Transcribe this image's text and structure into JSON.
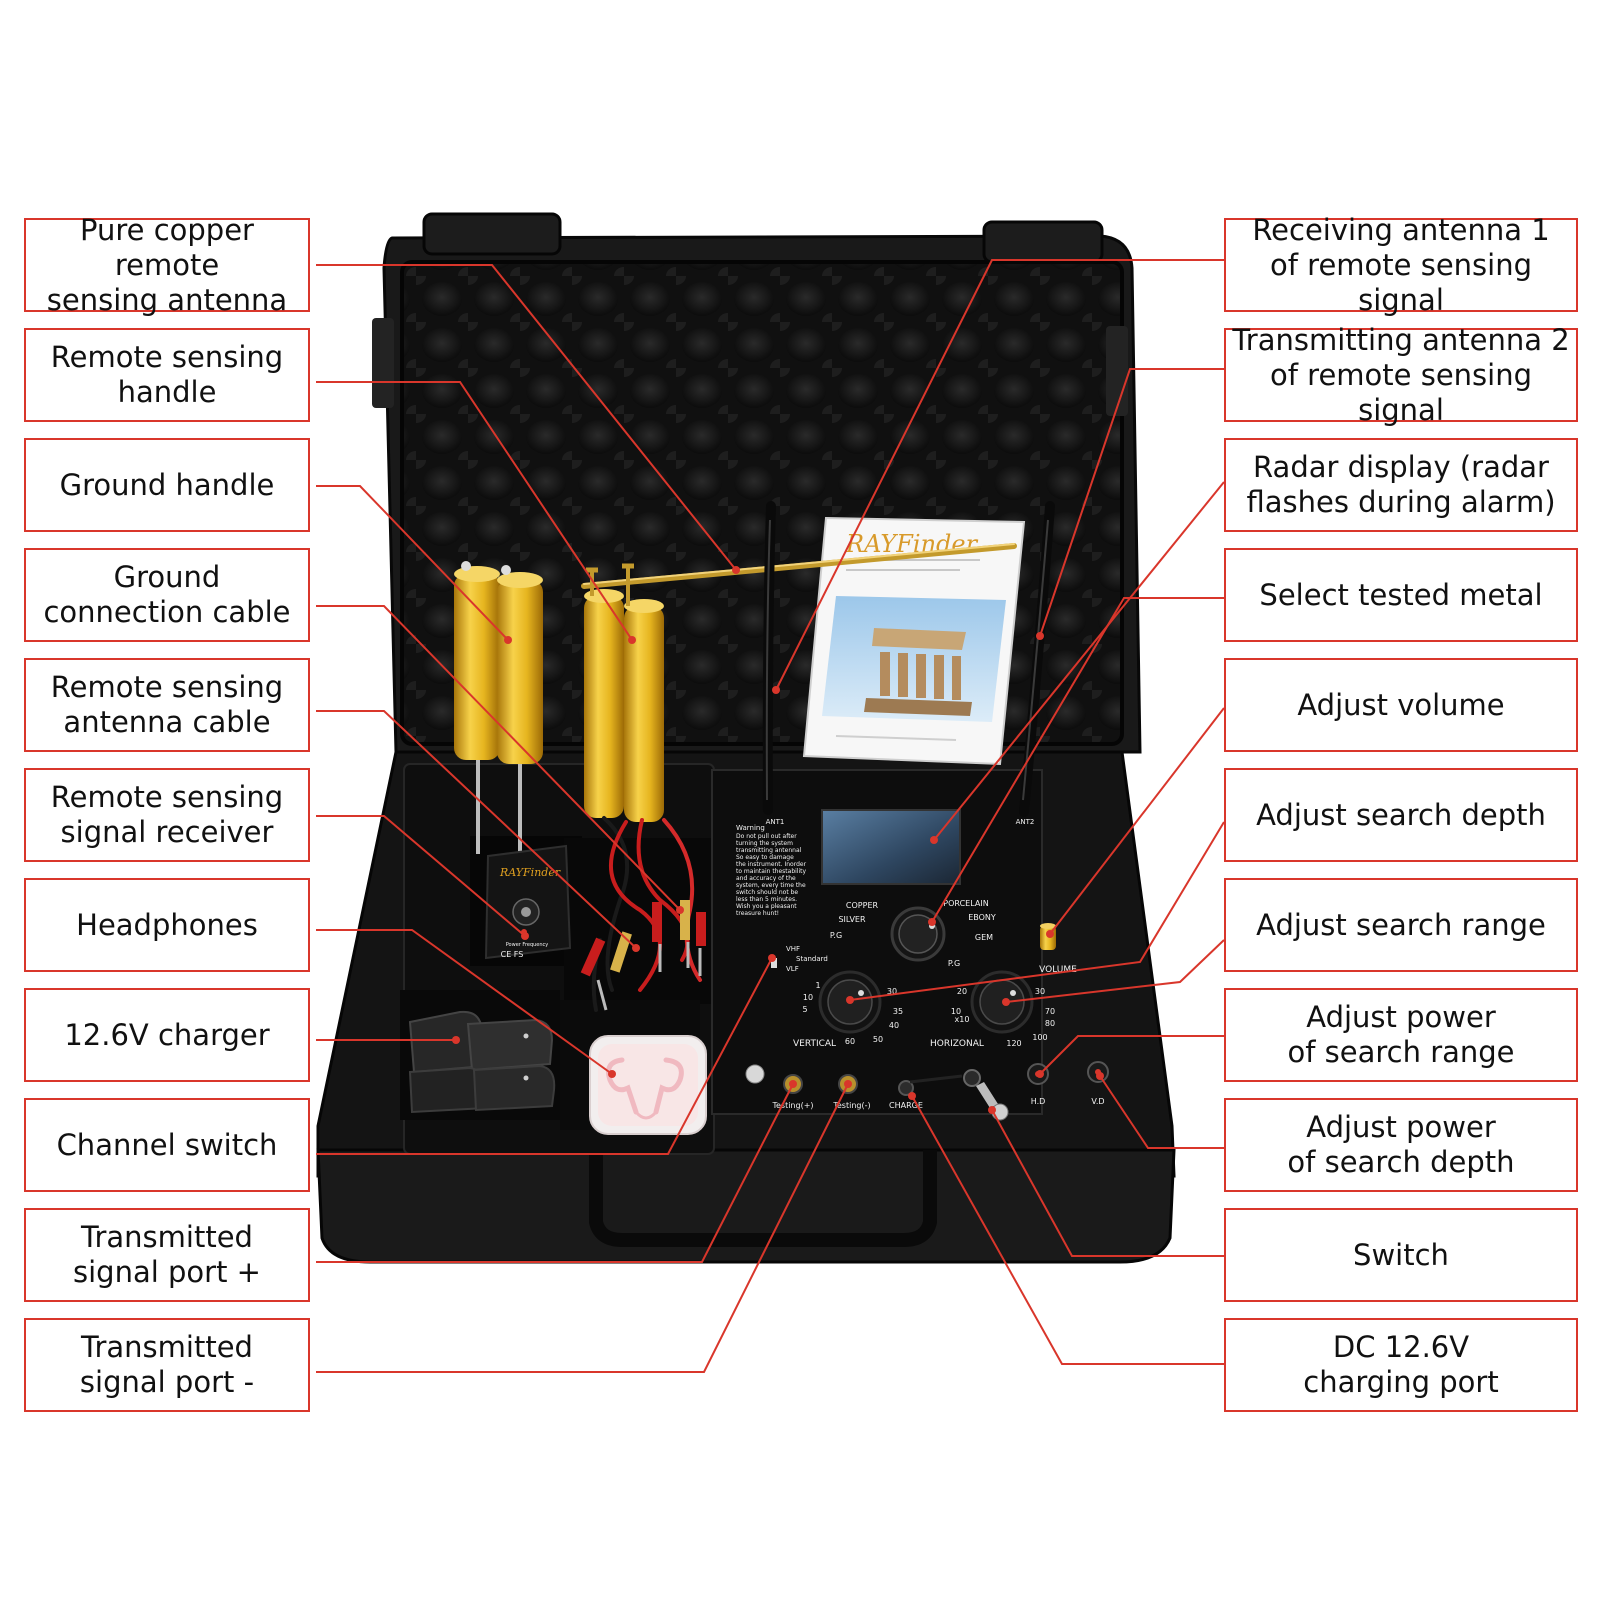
{
  "labels": {
    "left": [
      {
        "id": "pure-copper-antenna",
        "text": "Pure copper remote sensing antenna"
      },
      {
        "id": "remote-sensing-handle",
        "text": "Remote sensing handle"
      },
      {
        "id": "ground-handle",
        "text": "Ground handle"
      },
      {
        "id": "ground-connection-cable",
        "text": "Ground connection cable"
      },
      {
        "id": "remote-sensing-antenna-cable",
        "text": "Remote sensing antenna cable"
      },
      {
        "id": "remote-sensing-signal-receiver",
        "text": "Remote sensing signal receiver"
      },
      {
        "id": "headphones",
        "text": "Headphones"
      },
      {
        "id": "charger",
        "text": "12.6V charger"
      },
      {
        "id": "channel-switch",
        "text": "Channel switch"
      },
      {
        "id": "transmitted-port-plus",
        "text": "Transmitted signal port +"
      },
      {
        "id": "transmitted-port-minus",
        "text": "Transmitted signal port -"
      }
    ],
    "right": [
      {
        "id": "receiving-antenna-1",
        "text": "Receiving antenna 1 of remote sensing signal"
      },
      {
        "id": "transmitting-antenna-2",
        "text": "Transmitting antenna 2 of remote sensing signal"
      },
      {
        "id": "radar-display",
        "text": "Radar display (radar flashes during alarm)"
      },
      {
        "id": "select-tested-metal",
        "text": "Select tested metal"
      },
      {
        "id": "adjust-volume",
        "text": "Adjust volume"
      },
      {
        "id": "adjust-search-depth",
        "text": "Adjust search depth"
      },
      {
        "id": "adjust-search-range",
        "text": "Adjust search range"
      },
      {
        "id": "adjust-power-search-range",
        "text": "Adjust power of search range"
      },
      {
        "id": "adjust-power-search-depth",
        "text": "Adjust power of search depth"
      },
      {
        "id": "switch",
        "text": "Switch"
      },
      {
        "id": "dc-charging-port",
        "text": "DC 12.6V charging port"
      }
    ]
  },
  "device": {
    "brand": "RAYFinder",
    "ant1": "ANT1",
    "ant2": "ANT2",
    "warning_title": "Warning",
    "warning_lines": [
      "Do not pull out after",
      "turning the system",
      "transmitting antennal",
      "So easy to damage",
      "the instrument. Inorder",
      "to maintain thestability",
      "and accuracy of the",
      "system, every time the",
      "switch should not be",
      "less than 5 minutes.",
      "Wish you a pleasant",
      "treasure hunt!"
    ],
    "metals": [
      "COPPER",
      "SILVER",
      "P.G",
      "EBONY",
      "PORCELAIN",
      "GEM",
      "P.G"
    ],
    "channels": [
      "VHF",
      "Standard",
      "VLF"
    ],
    "vertical_label": "VERTICAL",
    "horizontal_label": "HORIZONAL",
    "vertical_scale": [
      "1",
      "5",
      "10",
      "30",
      "35",
      "40",
      "50",
      "60"
    ],
    "horizontal_scale": [
      "20",
      "10",
      "x10",
      "30",
      "70",
      "80",
      "100",
      "120"
    ],
    "volume_label": "VOLUME",
    "ports": [
      "Testing(+)",
      "Testing(-)",
      "CHARGE",
      "H.D",
      "V.D"
    ],
    "receiver_caption": "Power Frequency",
    "receiver_marks": "CE FS"
  },
  "colors": {
    "accent": "#d9362b",
    "case": "#161616",
    "gold": "#e4b21e"
  }
}
